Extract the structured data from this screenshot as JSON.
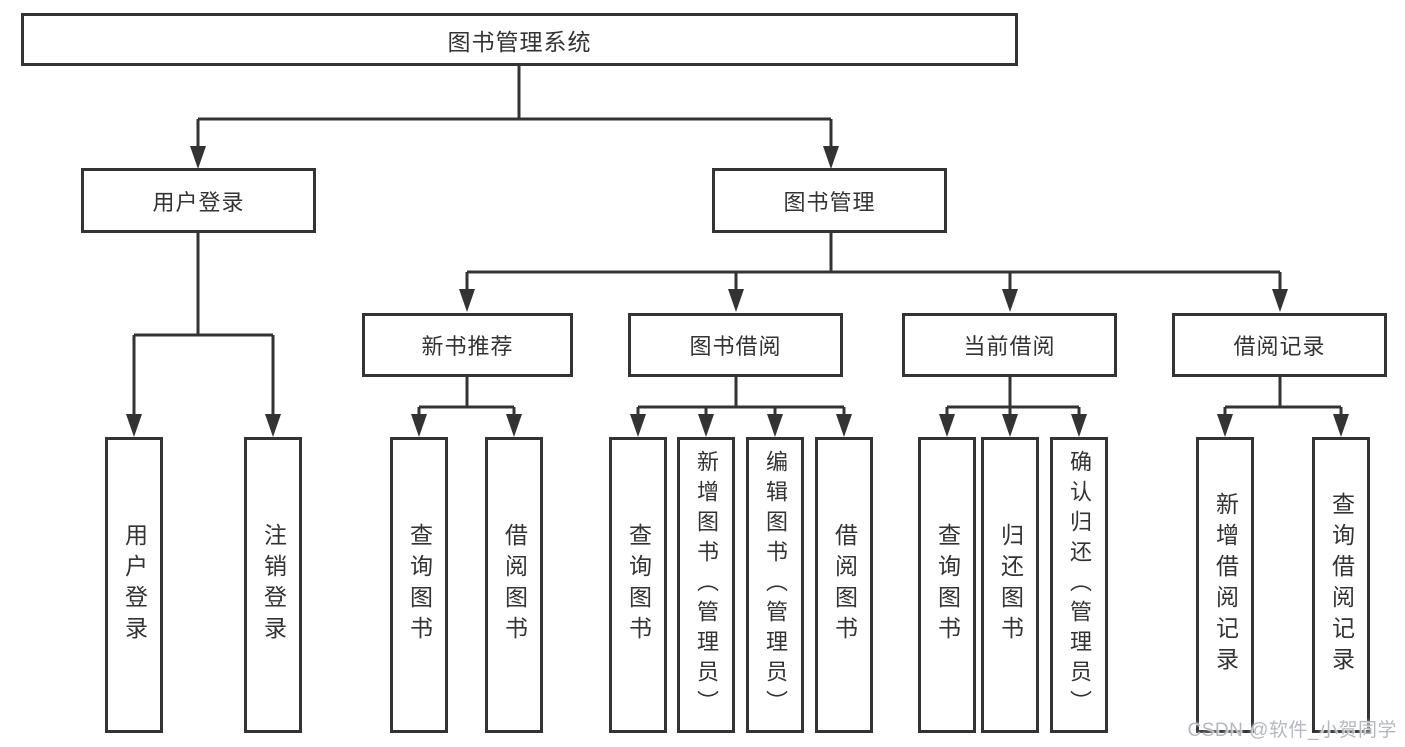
{
  "root": {
    "label": "图书管理系统"
  },
  "level2": {
    "user_login": {
      "label": "用户登录"
    },
    "book_management": {
      "label": "图书管理"
    }
  },
  "level3": {
    "new_book_recommendation": {
      "label": "新书推荐"
    },
    "book_borrowing": {
      "label": "图书借阅"
    },
    "current_borrowing": {
      "label": "当前借阅"
    },
    "borrowing_records": {
      "label": "借阅记录"
    }
  },
  "leaves": {
    "user_login": "用户登录",
    "logout_login": "注销登录",
    "rec_query_books": "查询图书",
    "rec_borrow_books": "借阅图书",
    "borrow_query_books": "查询图书",
    "borrow_add_books": "新增图书（管理员）",
    "borrow_edit_books": "编辑图书（管理员）",
    "borrow_borrow_books": "借阅图书",
    "current_query_books": "查询图书",
    "current_return_books": "归还图书",
    "current_confirm_return": "确认归还（管理员）",
    "records_add_record": "新增借阅记录",
    "records_query_record": "查询借阅记录"
  },
  "watermark": {
    "text": "CSDN @软件_小贺同学"
  },
  "colors": {
    "line": "#333333",
    "box_border": "#333333",
    "box_background": "#ffffff",
    "text": "#333333",
    "watermark": "#b5b9bf",
    "page_background": "#ffffff"
  }
}
